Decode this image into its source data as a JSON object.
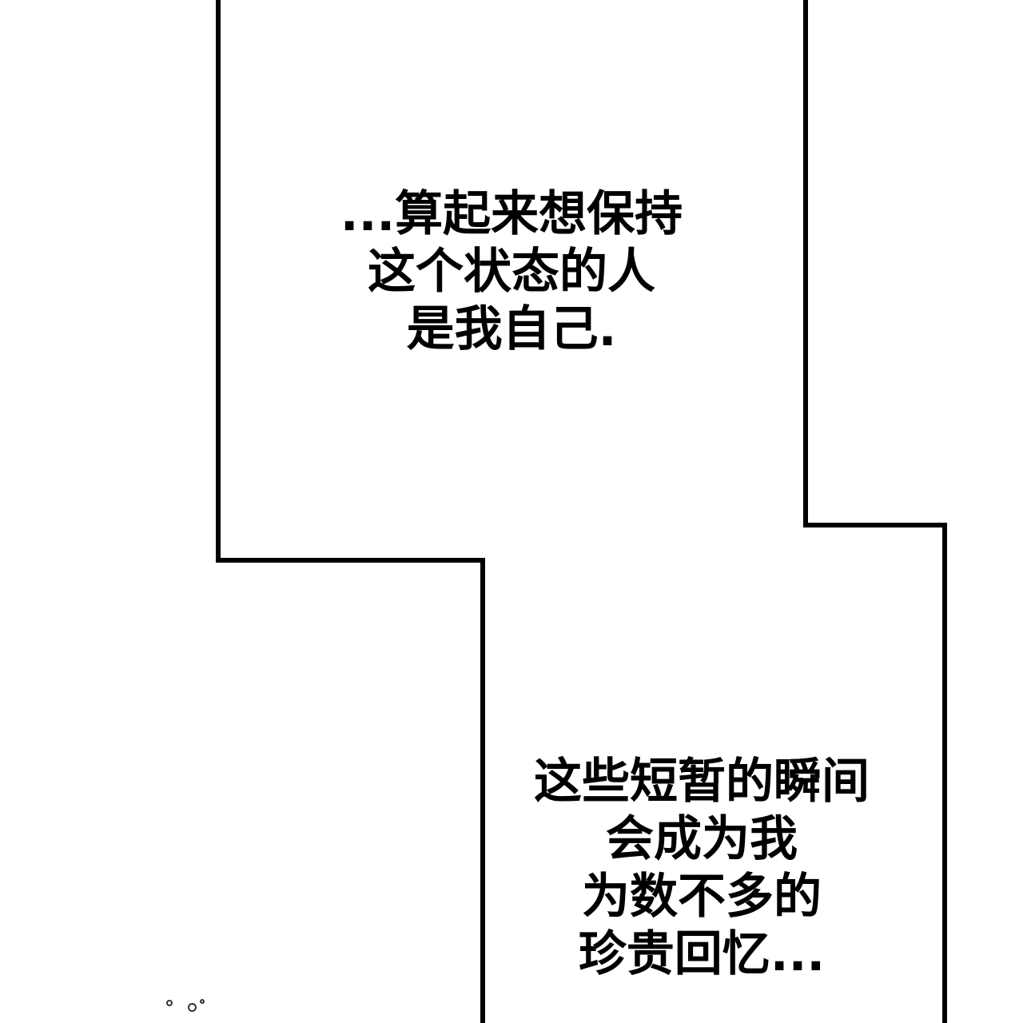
{
  "captions": {
    "top": {
      "lines": [
        "...算起来想保持",
        "这个状态的人",
        "是我自己."
      ]
    },
    "bottom": {
      "lines": [
        "这些短暂的瞬间",
        "会成为我",
        "为数不多的",
        "珍贵回忆..."
      ]
    }
  },
  "colors": {
    "background": "#ffffff",
    "ink": "#000000"
  },
  "decorations": [
    "sparkle-dot",
    "sparkle-dot",
    "sparkle-dot"
  ]
}
